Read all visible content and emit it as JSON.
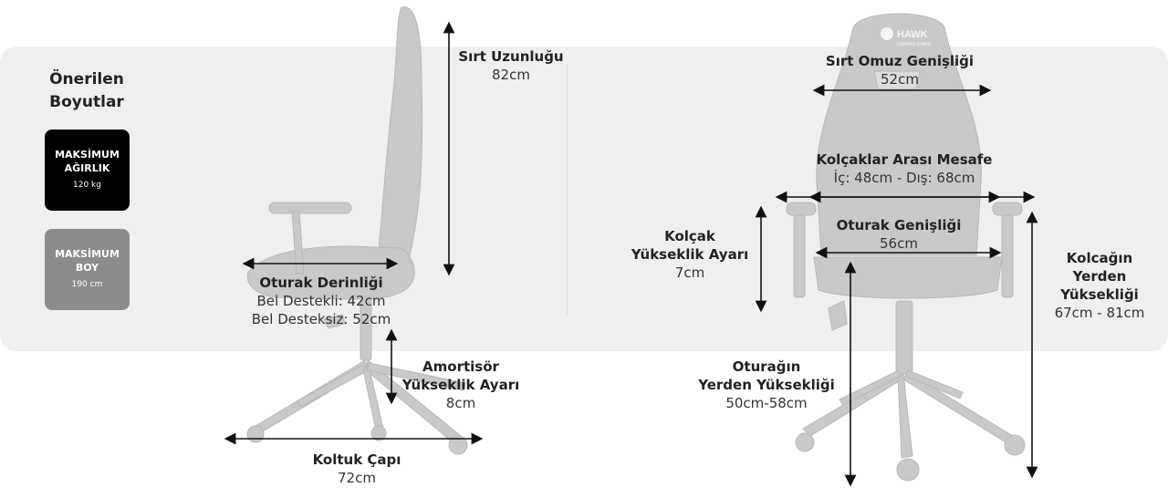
{
  "sidebar": {
    "title_line1": "Önerilen",
    "title_line2": "Boyutlar",
    "max_weight": {
      "label": "MAKSİMUM AĞIRLIK",
      "value": "120 kg",
      "color": "#000000"
    },
    "max_height": {
      "label": "MAKSİMUM BOY",
      "value": "190 cm",
      "color": "#8c8c8c"
    }
  },
  "logo_text": "HAWK",
  "logo_subtext": "GAMING CHAIR",
  "side_view": {
    "back_length": {
      "title": "Sırt Uzunluğu",
      "value": "82cm"
    },
    "seat_depth": {
      "title": "Oturak Derinliği",
      "line1": "Bel Destekli: 42cm",
      "line2": "Bel Desteksiz: 52cm"
    },
    "gas_lift": {
      "title_line1": "Amortisör",
      "title_line2": "Yükseklik Ayarı",
      "value": "8cm"
    },
    "base_diameter": {
      "title": "Koltuk  Çapı",
      "value": "72cm"
    }
  },
  "front_view": {
    "shoulder_width": {
      "title": "Sırt Omuz Genişliği",
      "value": "52cm"
    },
    "armrest_distance": {
      "title": "Kolçaklar Arası Mesafe",
      "value": "İç: 48cm - Dış: 68cm"
    },
    "seat_width": {
      "title": "Oturak Genişliği",
      "value": "56cm"
    },
    "armrest_adjust": {
      "title_line1": "Kolçak",
      "title_line2": "Yükseklik Ayarı",
      "value": "7cm"
    },
    "armrest_floor": {
      "title_line1": "Kolcağın",
      "title_line2": "Yerden",
      "title_line3": "Yüksekliği",
      "value": "67cm - 81cm"
    },
    "seat_floor": {
      "title_line1": "Oturağın",
      "title_line2": "Yerden Yüksekliği",
      "value": "50cm-58cm"
    }
  }
}
